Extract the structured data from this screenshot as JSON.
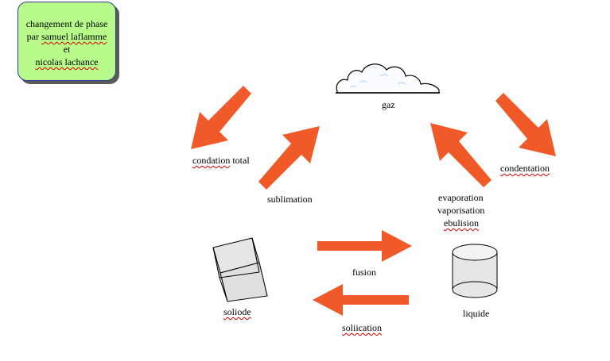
{
  "title_box": {
    "line1": "changement de phase",
    "line2_prefix": "par ",
    "line2_name": "samuel laflamme",
    "line3": "et",
    "line4": "nicolas lachance"
  },
  "states": {
    "gas": "gaz",
    "solid": "soliode",
    "liquid": "liquide"
  },
  "transitions": {
    "condation_word": "condation",
    "condation_rest": " total",
    "sublimation": "sublimation",
    "condentation": "condentation",
    "evaporation": "evaporation",
    "vaporisation": "vaporisation",
    "ebulision": "ebulision",
    "fusion": "fusion",
    "soliication": "soliication"
  },
  "colors": {
    "arrow": "#f05a28",
    "title_fill": "#b9fb8a",
    "cloud_fill": "#fbfcff",
    "cloud_speck": "#cfe3ff",
    "shape_fill": "#e6e6e6"
  }
}
